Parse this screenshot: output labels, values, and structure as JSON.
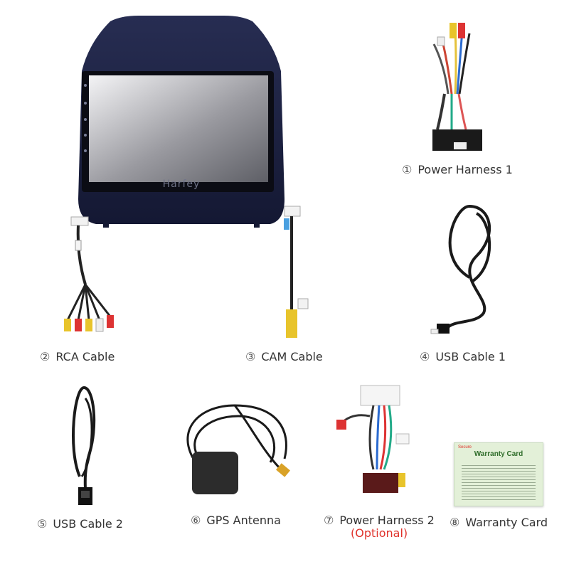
{
  "brand": "Harfey",
  "items": [
    {
      "num": "①",
      "label": "Power Harness 1"
    },
    {
      "num": "②",
      "label": "RCA Cable"
    },
    {
      "num": "③",
      "label": "CAM Cable"
    },
    {
      "num": "④",
      "label": "USB Cable 1"
    },
    {
      "num": "⑤",
      "label": "USB Cable 2"
    },
    {
      "num": "⑥",
      "label": "GPS Antenna"
    },
    {
      "num": "⑦",
      "label": "Power Harness 2",
      "note": "(Optional)"
    },
    {
      "num": "⑧",
      "label": "Warranty Card"
    }
  ],
  "warranty_card": {
    "corner_text": "Secure",
    "title": "Warranty Card"
  },
  "colors": {
    "accent_red": "#e0322b",
    "bezel": "#1c2240",
    "card_bg": "#e3f0d8",
    "card_title": "#2f6d2a"
  }
}
